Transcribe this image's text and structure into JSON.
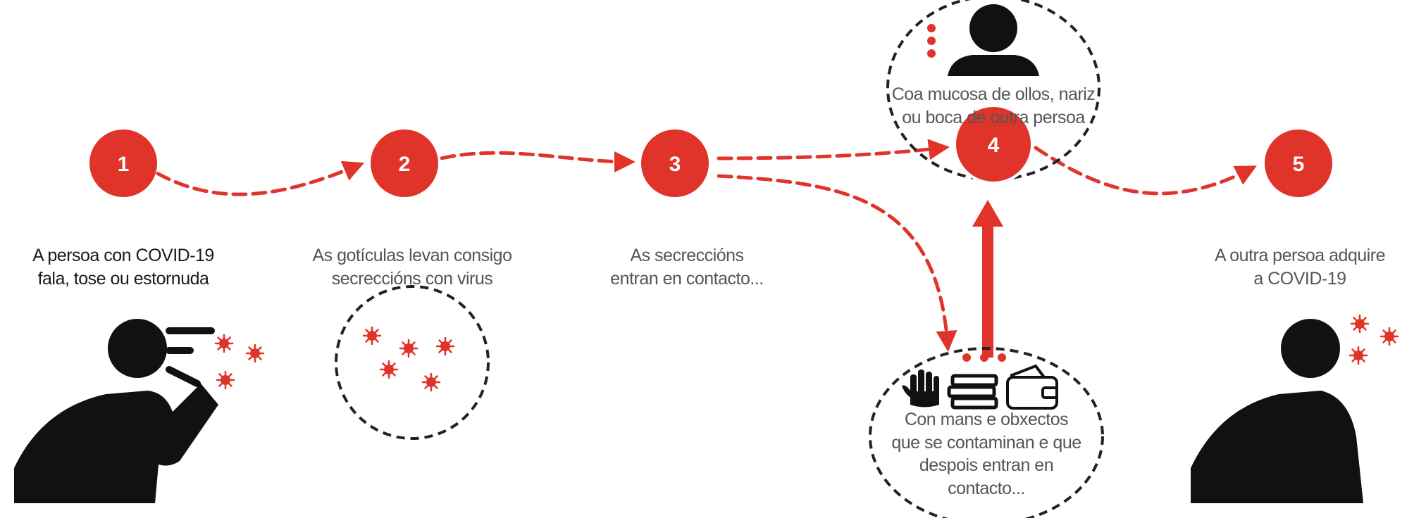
{
  "colors": {
    "accent": "#e0342b",
    "ink": "#111111",
    "muted": "#555555"
  },
  "steps": [
    {
      "number": "1",
      "lines": [
        "A persoa con COVID-19",
        "fala, tose ou estornuda"
      ]
    },
    {
      "number": "2",
      "lines": [
        "As gotículas levan consigo",
        "secreccións con virus"
      ]
    },
    {
      "number": "3",
      "lines": [
        "As secreccións",
        "entran en contacto..."
      ]
    },
    {
      "number": "4",
      "lines": [
        "Coa mucosa de ollos, nariz",
        "ou boca de outra persoa"
      ]
    },
    {
      "number": "5",
      "lines": [
        "A outra persoa adquire",
        "a COVID-19"
      ]
    }
  ],
  "objects_caption": [
    "Con mans e obxectos",
    "que se contaminan e que",
    "despois entran en",
    "contacto..."
  ],
  "icons": [
    "coughing-person-icon",
    "virus-icon",
    "person-bust-icon",
    "hand-icon",
    "books-icon",
    "wallet-icon",
    "infected-person-icon"
  ]
}
